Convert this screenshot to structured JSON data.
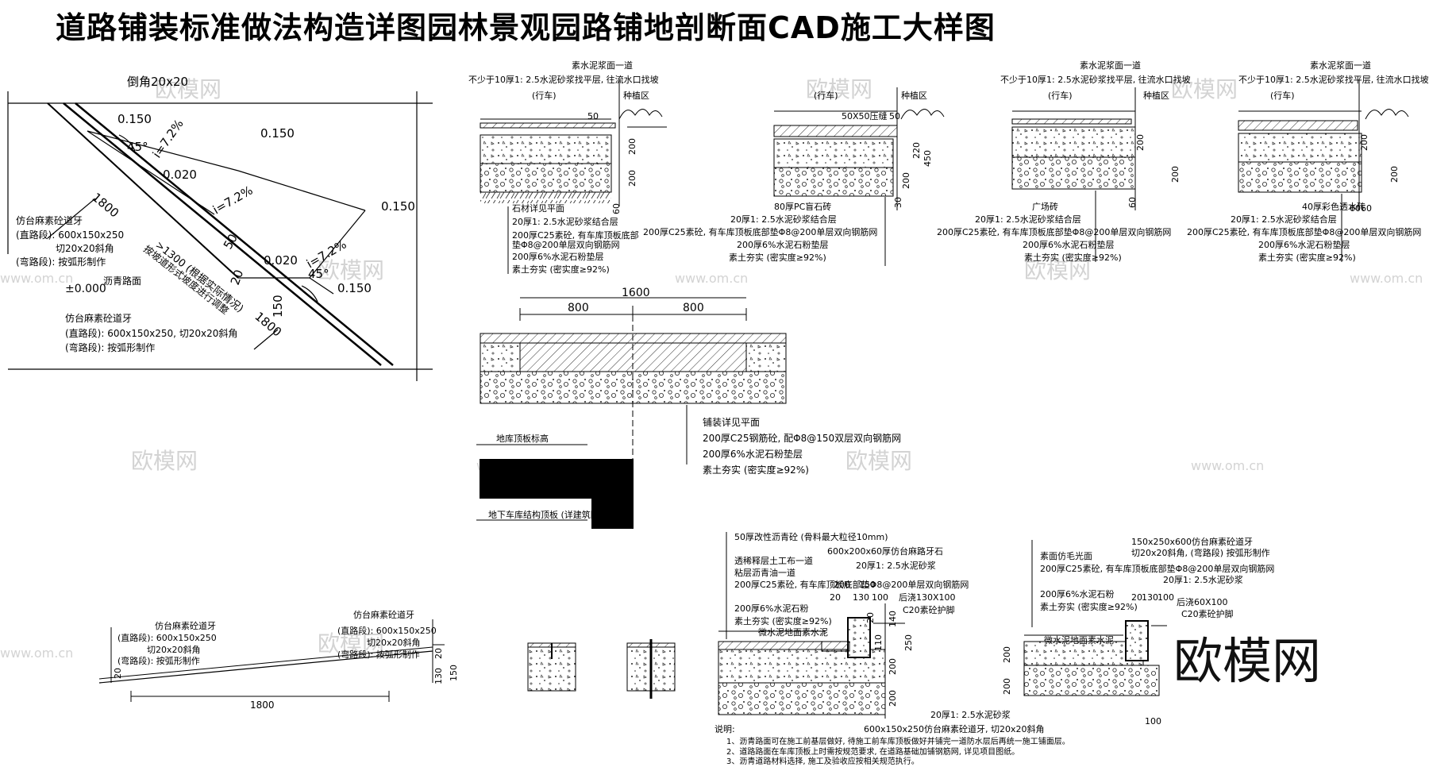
{
  "title": "道路铺装标准做法构造详图园林景观园路铺地剖断面CAD施工大样图",
  "brand_watermark": "欧模网",
  "watermarks": {
    "cn": "欧模网",
    "url": "www.om.cn"
  },
  "ramp_plan": {
    "chamfer": "倒角20x20",
    "slope_a": "0.150",
    "slope_b": "0.150",
    "slope_c": "0.150",
    "slope_d": "0.150",
    "slope_e": "0.020",
    "slope_f": "0.020",
    "grade_1": "i=7.2%",
    "grade_2": "i=7.2%",
    "grade_3": "i=7.2%",
    "angle_1": "45°",
    "angle_2": "45°",
    "len_1800a": "1800",
    "len_1800b": "1800",
    "dim_20": "20",
    "dim_50": "50",
    "dim_150": "150",
    "dim_1300": ">1300 (根据实际情况)",
    "ramp_note": "按坡道形式坡度进行调整",
    "curb_1_title": "仿台麻素砼道牙",
    "curb_1_a": "(直路段): 600x150x250",
    "curb_1_b": "切20x20斜角",
    "curb_1_c": "(弯路段): 按弧形制作",
    "elev": "±0.000",
    "asphalt": "沥青路面",
    "curb_2_title": "仿台麻素砼道牙",
    "curb_2_a": "(直路段): 600x150x250, 切20x20斜角",
    "curb_2_b": "(弯路段): 按弧形制作"
  },
  "top_sections": {
    "s1_top": "素水泥浆面一道",
    "s1_note": "不少于10厚1: 2.5水泥砂浆找平层, 往流水口找坡",
    "label_lane": "(行车)",
    "label_green": "种植区",
    "s1_dim_50": "50",
    "s1_dim_200a": "200",
    "s1_dim_200b": "200",
    "s1_dim_60": "60",
    "s1_layers": [
      "石材详见平面",
      "20厚1: 2.5水泥砂浆结合层",
      "200厚C25素砼, 有车库顶板底部",
      "垫Φ8@200单层双向钢筋网",
      "200厚6%水泥石粉垫层",
      "素土夯实 (密实度≥92%)"
    ],
    "s2_block": "50X50压缝",
    "s2_dims": [
      "50",
      "220",
      "200",
      "450",
      "30"
    ],
    "s2_layers": [
      "80厚PC盲石砖",
      "20厚1: 2.5水泥砂浆结合层",
      "200厚C25素砼, 有车库顶板底部垫Φ8@200单层双向钢筋网",
      "200厚6%水泥石粉垫层",
      "素土夯实 (密实度≥92%)"
    ],
    "s3_top": "素水泥浆面一道",
    "s3_note": "不少于10厚1: 2.5水泥砂浆找平层, 往流水口找坡",
    "s3_dims": [
      "200",
      "200",
      "60"
    ],
    "s3_layers": [
      "广场砖",
      "20厚1: 2.5水泥砂浆结合层",
      "200厚C25素砼, 有车库顶板底部垫Φ8@200单层双向钢筋网",
      "200厚6%水泥石粉垫层",
      "素土夯实 (密实度≥92%)"
    ],
    "s4_top": "素水泥浆面一道",
    "s4_note": "不少于10厚1: 2.5水泥砂浆找平层, 往流水口找坡",
    "s4_dims": [
      "200",
      "200",
      "6060"
    ],
    "s4_layers": [
      "40厚彩色透水砖",
      "20厚1: 2.5水泥砂浆结合层",
      "200厚C25素砼, 有车库顶板底部垫Φ8@200单层双向钢筋网",
      "200厚6%水泥石粉垫层",
      "素土夯实 (密实度≥92%)"
    ]
  },
  "middle_section": {
    "dim_total": "1600",
    "dim_left": "800",
    "dim_right": "800",
    "layers": [
      "铺装详见平面",
      "200厚C25钢筋砼, 配Φ8@150双层双向钢筋网",
      "200厚6%水泥石粉垫层",
      "素土夯实 (密实度≥92%)"
    ],
    "garage_roof": "地库顶板标高",
    "garage_struct": "地下车库结构顶板 (详建筑图)"
  },
  "ramp_section": {
    "curb_left_title": "仿台麻素砼道牙",
    "curb_left_a": "(直路段): 600x150x250",
    "curb_left_b": "切20x20斜角",
    "curb_left_c": "(弯路段): 按弧形制作",
    "curb_right_title": "仿台麻素砼道牙",
    "curb_right_a": "(直路段): 600x150x250",
    "curb_right_b": "切20x20斜角",
    "curb_right_c": "(弯路段): 按弧形制作",
    "dims": [
      "20",
      "20",
      "130",
      "150"
    ],
    "length": "1800"
  },
  "asphalt_section": {
    "layers": [
      "50厚改性沥青砼 (骨料最大粒径10mm)",
      "透稀释层土工布一道",
      "粘层沥青油一道",
      "200厚C25素砼, 有车库顶板底部垫Φ8@200单层双向钢筋网",
      "200厚6%水泥石粉",
      "素土夯实 (密实度≥92%)"
    ],
    "curb_stone": "600x200x60厚仿台麻路牙石",
    "mortar": "20厚1: 2.5水泥砂浆",
    "dims_top": [
      "200",
      "150",
      "20",
      "130",
      "100"
    ],
    "backfill": "后浇130X100",
    "backfill_2": "C20素砼护脚",
    "drain_label": "微水泥地面素水泥",
    "dims_right": [
      "20",
      "110",
      "140",
      "250",
      "200",
      "200"
    ],
    "mortar_bottom": "20厚1: 2.5水泥砂浆",
    "curb_bottom": "600x150x250仿台麻素砼道牙, 切20x20斜角",
    "notes_title": "说明:",
    "notes": [
      "1、沥青路面可在施工前基层做好, 待施工前车库顶板做好并铺完一道防水层后再统一施工铺面层。",
      "2、道路路面在车库顶板上时需按规范要求, 在道路基础加铺钢筋网, 详见项目图纸。",
      "3、沥青道路材料选择, 施工及验收应按相关规范执行。"
    ]
  },
  "right_section": {
    "surface": "素面仿毛光面",
    "layers": [
      "200厚C25素砼, 有车库顶板底部垫Φ8@200单层双向钢筋网",
      "200厚6%水泥石粉",
      "素土夯实 (密实度≥92%)"
    ],
    "curb": "150x250x600仿台麻素砼道牙",
    "curb_b": "切20x20斜角, (弯路段) 按弧形制作",
    "mortar": "20厚1: 2.5水泥砂浆",
    "dims_top": [
      "20",
      "130",
      "100"
    ],
    "backfill": "后浇60X100",
    "backfill_2": "C20素砼护脚",
    "drain_label": "微水泥地面素水泥",
    "dims_left": [
      "200",
      "200"
    ],
    "dim_bottom": "100"
  }
}
